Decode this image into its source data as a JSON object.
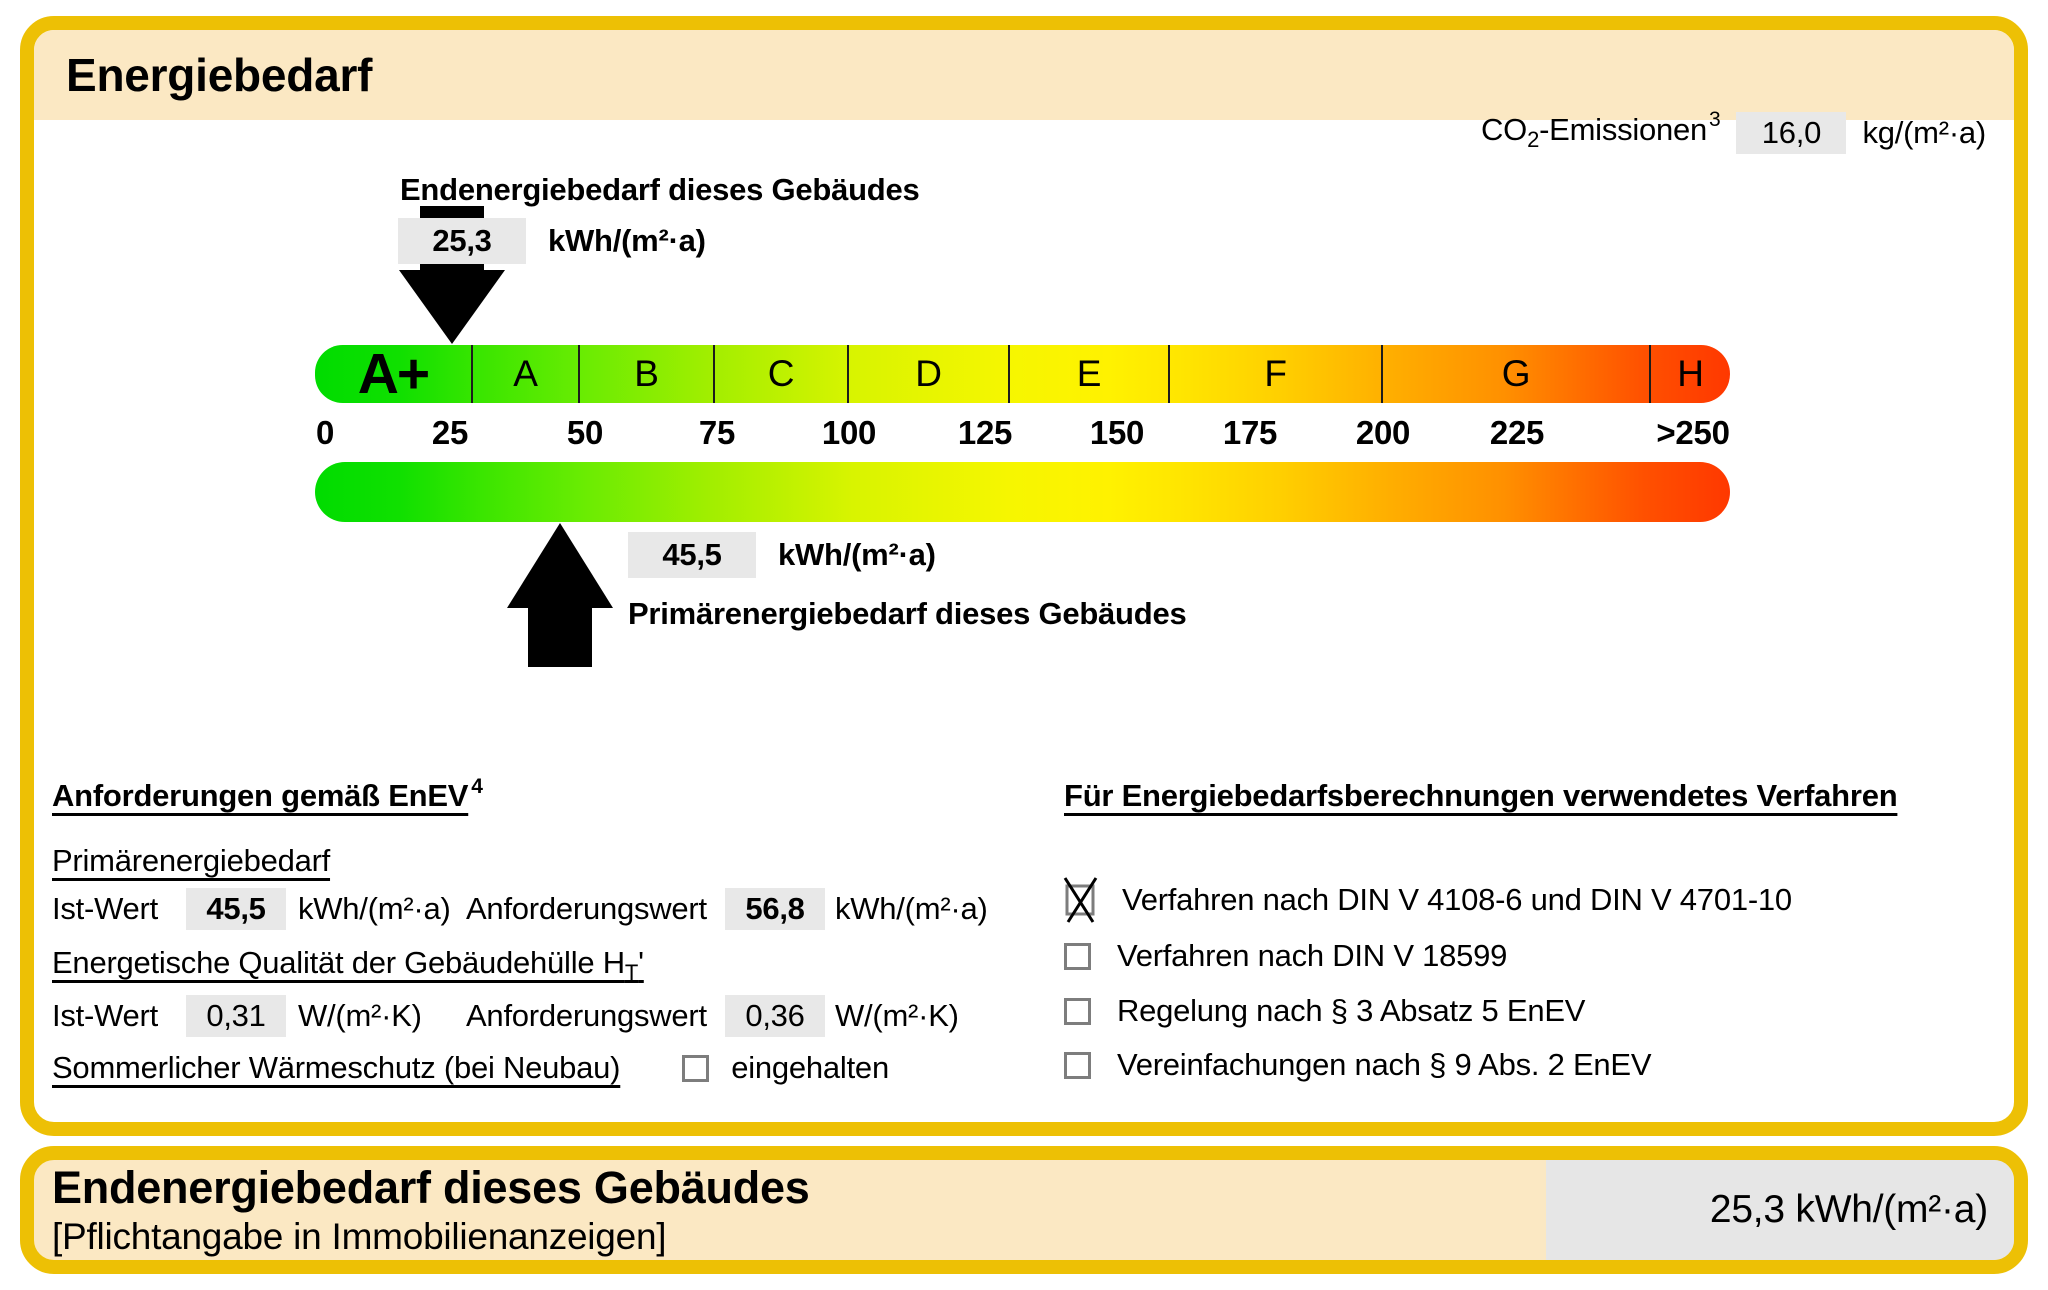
{
  "header": {
    "title": "Energiebedarf"
  },
  "co2": {
    "prefix": "CO",
    "sub": "2",
    "suffix": "-Emissionen",
    "footnote": "3",
    "value": "16,0",
    "unit": "kg/(m²·a)"
  },
  "end_energy": {
    "label": "Endenergiebedarf dieses Gebäudes",
    "value": "25,3",
    "unit": "kWh/(m²·a)"
  },
  "primary_energy": {
    "label": "Primärenergiebedarf dieses Gebäudes",
    "value": "45,5",
    "unit": "kWh/(m²·a)"
  },
  "scale": {
    "segments": [
      {
        "label": "A+",
        "from": 0,
        "to": 30
      },
      {
        "label": "A",
        "from": 30,
        "to": 50
      },
      {
        "label": "B",
        "from": 50,
        "to": 75
      },
      {
        "label": "C",
        "from": 75,
        "to": 100
      },
      {
        "label": "D",
        "from": 100,
        "to": 130
      },
      {
        "label": "E",
        "from": 130,
        "to": 160
      },
      {
        "label": "F",
        "from": 160,
        "to": 200
      },
      {
        "label": "G",
        "from": 200,
        "to": 250
      },
      {
        "label": "H",
        "from": 250,
        "to": 265
      }
    ],
    "ticks": [
      "0",
      "25",
      "50",
      "75",
      "100",
      "125",
      "150",
      "175",
      "200",
      "225",
      ">250"
    ],
    "end_energy_marker": 25.3,
    "primary_energy_marker": 45.5
  },
  "requirements": {
    "heading": "Anforderungen gemäß EnEV",
    "heading_footnote": "4",
    "primary": {
      "section": "Primärenergiebedarf",
      "ist_label": "Ist-Wert",
      "ist_value": "45,5",
      "ist_unit": "kWh/(m²·a)",
      "anf_label": "Anforderungswert",
      "anf_value": "56,8",
      "anf_unit": "kWh/(m²·a)"
    },
    "envelope": {
      "section_prefix": "Energetische Qualität der Gebäudehülle H",
      "section_sub": "T",
      "section_suffix": "'",
      "ist_label": "Ist-Wert",
      "ist_value": "0,31",
      "ist_unit": "W/(m²·K)",
      "anf_label": "Anforderungswert",
      "anf_value": "0,36",
      "anf_unit": "W/(m²·K)"
    },
    "summer": {
      "label": "Sommerlicher Wärmeschutz (bei Neubau)",
      "option": "eingehalten",
      "checked": false
    }
  },
  "method": {
    "heading": "Für Energiebedarfsberechnungen verwendetes Verfahren",
    "options": [
      {
        "label": "Verfahren nach DIN V 4108-6 und DIN V 4701-10",
        "checked": true
      },
      {
        "label": "Verfahren nach DIN V 18599",
        "checked": false
      },
      {
        "label": "Regelung nach § 3 Absatz 5 EnEV",
        "checked": false
      },
      {
        "label": "Vereinfachungen nach § 9 Abs. 2 EnEV",
        "checked": false
      }
    ]
  },
  "footer": {
    "title": "Endenergiebedarf dieses Gebäudes",
    "subtitle": "[Pflichtangabe in Immobilienanzeigen]",
    "value": "25,3 kWh/(m²·a)"
  },
  "colors": {
    "gold": "#edc005",
    "cream": "#fbe8c3",
    "value_box": "#e8e8e8",
    "scale_green": "#00dc00",
    "scale_yellow": "#fff200",
    "scale_red": "#ff3800"
  }
}
